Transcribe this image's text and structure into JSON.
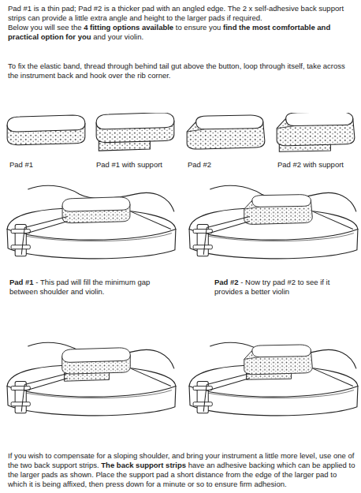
{
  "diagram": {
    "labels": [
      "Pad #1 is a thin pad; Pad #2 is a thicker pad with an angled edge. The 2 x self-adhesive back support strips can provide a little extra angle and height to the larger pads if required.",
      "Below you will see the",
      "4 fitting options available",
      "to ensure you",
      "find the most comfortable and practical option for you",
      "and your violin.",
      "To fix the elastic band, thread through behind tail gut above the button, loop through itself, take across the instrument back and hook over the rib corner.",
      "Pad #1",
      "Pad #1 with support",
      "Pad #2",
      "Pad #2 with support",
      "Pad #1",
      "- This pad will fill the minimum gap between shoulder and violin.",
      "Pad #2",
      "- Now try pad #2 to see if it provides a better violin",
      "If you wish to compensate for a sloping shoulder, and bring your instrument a little more level, use one of the two back support strips.",
      "The back support strips",
      "have an adhesive backing which can be applied to the larger pads as shown. Place the support pad a short distance from the edge of the larger pad to which it is being affixed, then press down for a minute or so to ensure firm adhesion."
    ]
  }
}
